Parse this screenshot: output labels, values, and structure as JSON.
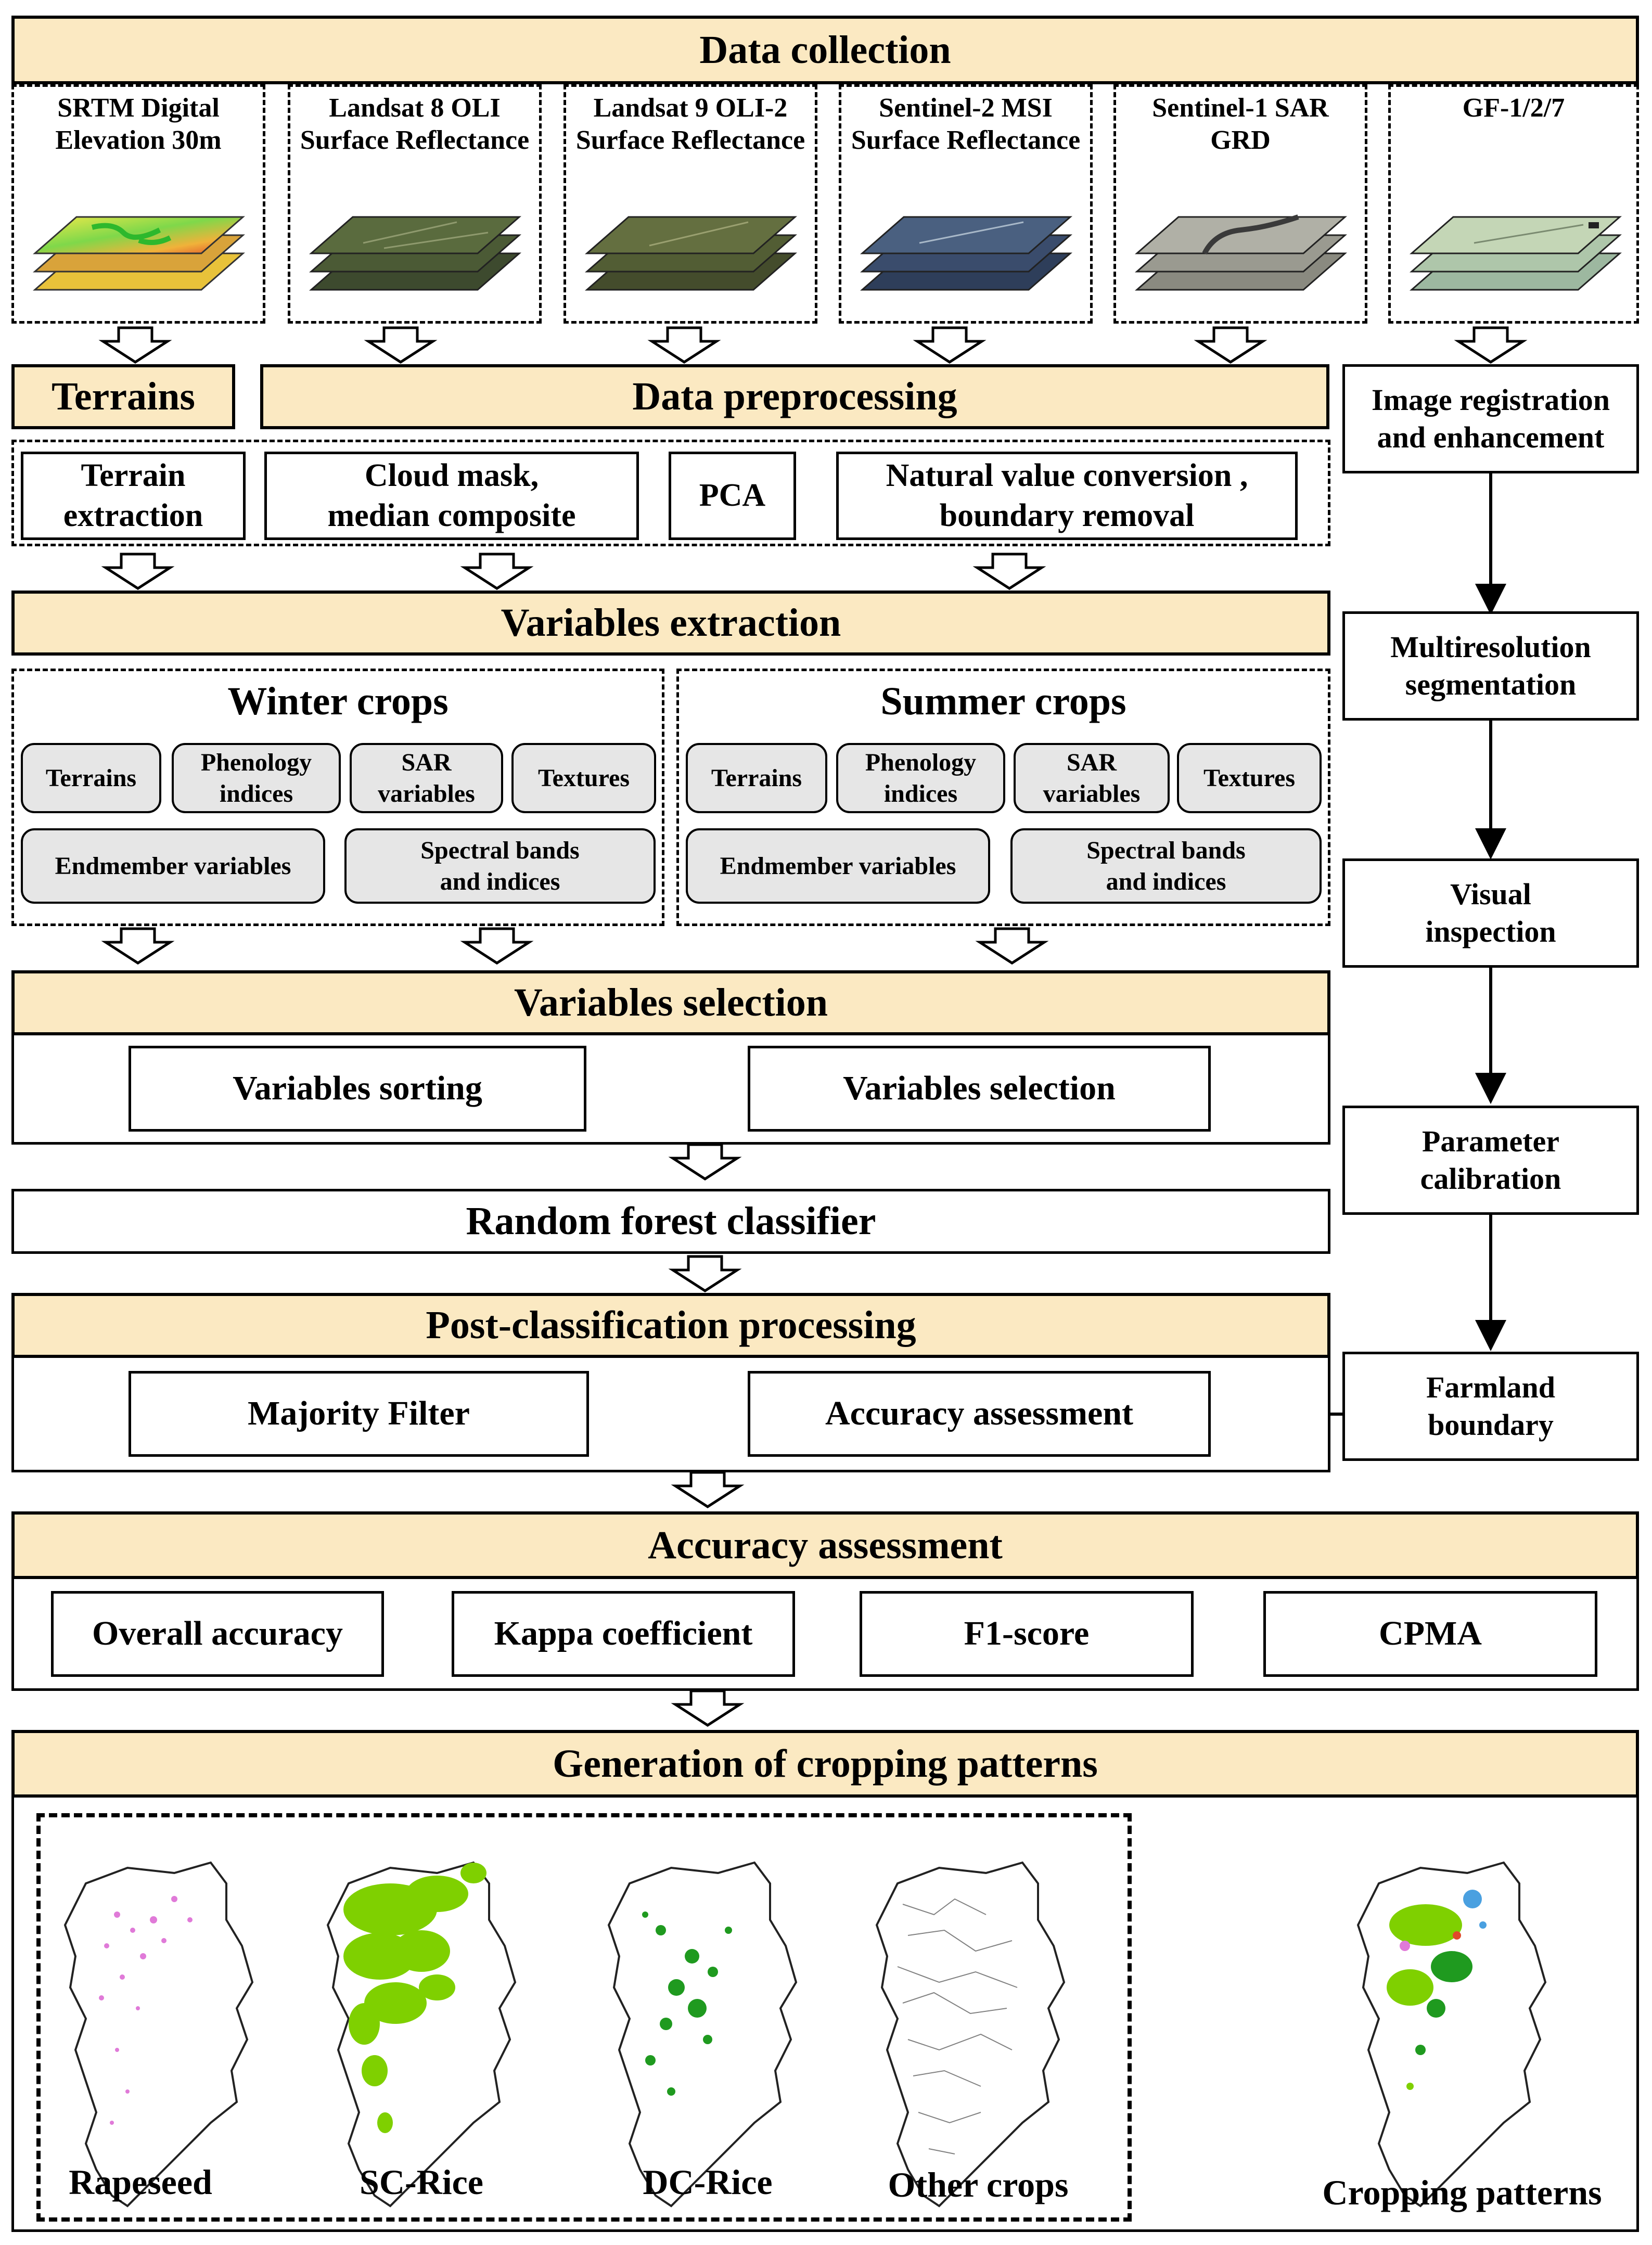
{
  "colors": {
    "header_fill": "#fbe9c2",
    "box_gray": "#e6e6e6",
    "map_pink": "#e07ad8",
    "map_lime": "#7fd000",
    "map_green": "#1f9a1f",
    "map_gray": "#808080"
  },
  "data_collection": {
    "title": "Data collection",
    "sources": [
      {
        "line1": "SRTM Digital",
        "line2": "Elevation 30m"
      },
      {
        "line1": "Landsat 8 OLI",
        "line2": "Surface Reflectance"
      },
      {
        "line1": "Landsat 9 OLI-2",
        "line2": "Surface Reflectance"
      },
      {
        "line1": "Sentinel-2 MSI",
        "line2": "Surface Reflectance"
      },
      {
        "line1": "Sentinel-1 SAR",
        "line2": "GRD"
      },
      {
        "line1": "GF-1/2/7",
        "line2": ""
      }
    ]
  },
  "terrains_header": "Terrains",
  "preprocessing": {
    "title": "Data preprocessing",
    "terrain_extraction": {
      "line1": "Terrain",
      "line2": "extraction"
    },
    "cloud_mask": {
      "line1": "Cloud mask,",
      "line2": "median composite"
    },
    "pca": "PCA",
    "natural_value": {
      "line1": "Natural value conversion ,",
      "line2": "boundary removal"
    }
  },
  "variables_extraction": {
    "title": "Variables extraction",
    "winter": {
      "title": "Winter crops",
      "terrains": "Terrains",
      "phenology": {
        "line1": "Phenology",
        "line2": "indices"
      },
      "sar": {
        "line1": "SAR",
        "line2": "variables"
      },
      "textures": "Textures",
      "endmember": "Endmember variables",
      "spectral": {
        "line1": "Spectral bands",
        "line2": "and indices"
      }
    },
    "summer": {
      "title": "Summer crops",
      "terrains": "Terrains",
      "phenology": {
        "line1": "Phenology",
        "line2": "indices"
      },
      "sar": {
        "line1": "SAR",
        "line2": "variables"
      },
      "textures": "Textures",
      "endmember": "Endmember variables",
      "spectral": {
        "line1": "Spectral bands",
        "line2": "and indices"
      }
    }
  },
  "variables_selection": {
    "title": "Variables selection",
    "sorting": "Variables sorting",
    "selection": "Variables selection"
  },
  "random_forest": "Random forest classifier",
  "post_classification": {
    "title": "Post-classification processing",
    "majority": "Majority Filter",
    "accuracy": "Accuracy assessment"
  },
  "segmentation_chain": {
    "registration": {
      "line1": "Image registration",
      "line2": "and enhancement"
    },
    "multires": {
      "line1": "Multiresolution",
      "line2": "segmentation"
    },
    "visual": {
      "line1": "Visual",
      "line2": "inspection"
    },
    "parameter": {
      "line1": "Parameter",
      "line2": "calibration"
    },
    "farmland": {
      "line1": "Farmland",
      "line2": "boundary"
    }
  },
  "accuracy_assessment": {
    "title": "Accuracy assessment",
    "metrics": [
      "Overall accuracy",
      "Kappa coefficient",
      "F1-score",
      "CPMA"
    ]
  },
  "cropping_patterns": {
    "title": "Generation of cropping patterns",
    "maps": [
      "Rapeseed",
      "SC-Rice",
      "DC-Rice",
      "Other crops"
    ],
    "result": "Cropping patterns"
  }
}
